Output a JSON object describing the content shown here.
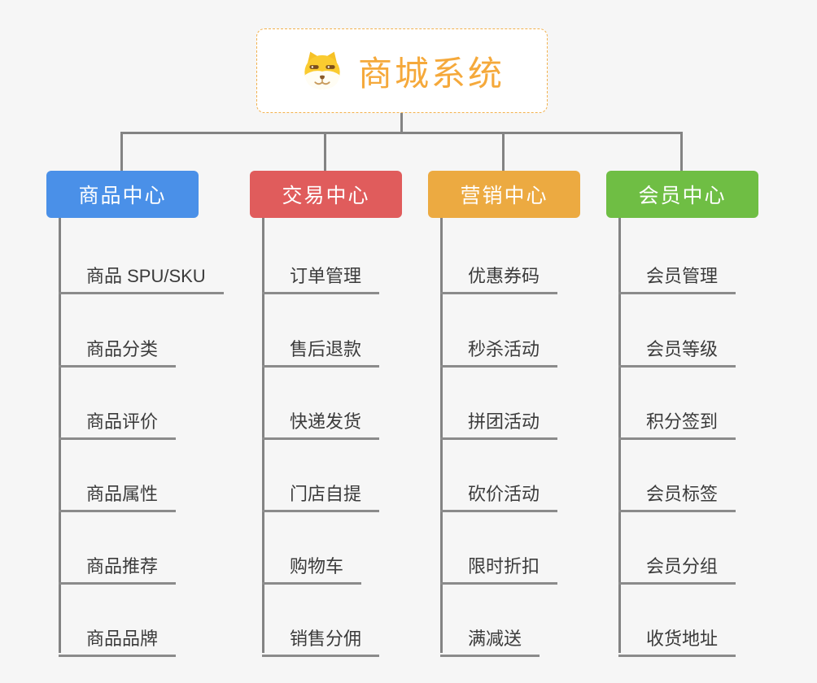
{
  "root": {
    "title": "商城系统",
    "icon": "shiba-dog-icon"
  },
  "branches": [
    {
      "label": "商品中心",
      "color": "#4a90e8",
      "items": [
        "商品 SPU/SKU",
        "商品分类",
        "商品评价",
        "商品属性",
        "商品推荐",
        "商品品牌"
      ]
    },
    {
      "label": "交易中心",
      "color": "#e05c5c",
      "items": [
        "订单管理",
        "售后退款",
        "快递发货",
        "门店自提",
        "购物车",
        "销售分佣"
      ]
    },
    {
      "label": "营销中心",
      "color": "#ecaa41",
      "items": [
        "优惠券码",
        "秒杀活动",
        "拼团活动",
        "砍价活动",
        "限时折扣",
        "满减送"
      ]
    },
    {
      "label": "会员中心",
      "color": "#6fbe44",
      "items": [
        "会员管理",
        "会员等级",
        "积分签到",
        "会员标签",
        "会员分组",
        "收货地址"
      ]
    }
  ],
  "colors": {
    "background": "#f6f6f6",
    "connector": "#838383",
    "root_accent": "#f5a93b",
    "root_border": "#f2b14d"
  }
}
